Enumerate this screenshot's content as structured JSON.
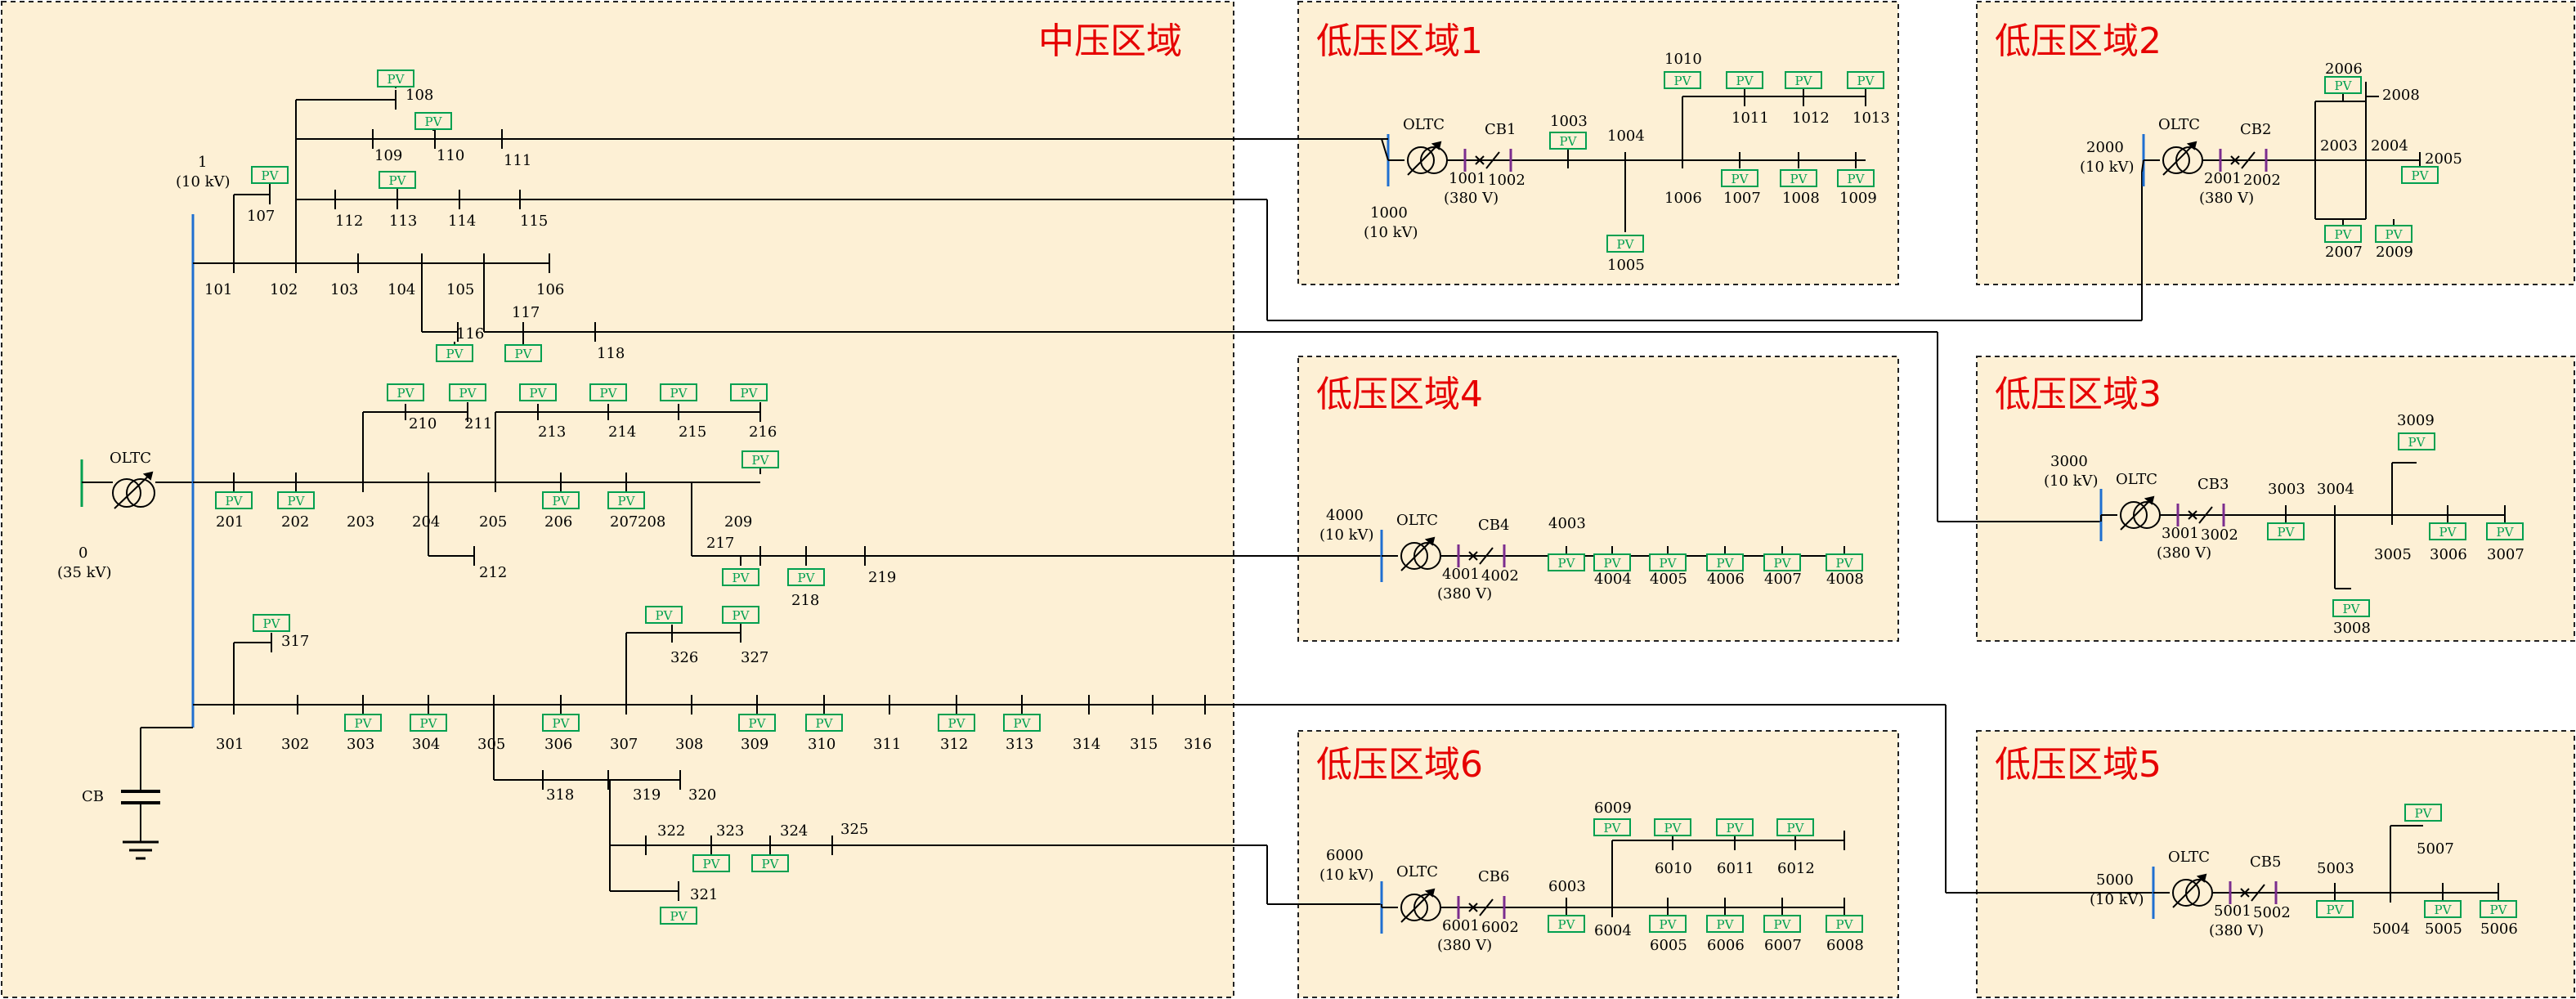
{
  "colors": {
    "region_fill": "#fdf0d5",
    "region_border": "#222222",
    "title": "#e60000",
    "line": "#000000",
    "feeder_bus": "#1f6fd1",
    "device_bus": "#7b2d8e",
    "pv": "#00a050"
  },
  "regions": {
    "mv": "中压区域",
    "lv1": "低压区域1",
    "lv2": "低压区域2",
    "lv3": "低压区域3",
    "lv4": "低压区域4",
    "lv5": "低压区域5",
    "lv6": "低压区域6"
  },
  "pv_label": "PV",
  "labels": {
    "oltc": "OLTC",
    "cb": "CB",
    "src_node": "0",
    "src_kv": "(35 kV)",
    "mv_node": "1",
    "mv_kv": "(10 kV)",
    "f1": [
      "101",
      "102",
      "103",
      "104",
      "105",
      "106",
      "107",
      "108",
      "109",
      "110",
      "111",
      "112",
      "113",
      "114",
      "115",
      "116",
      "117",
      "118"
    ],
    "f2": [
      "201",
      "202",
      "203",
      "204",
      "205",
      "206",
      "207",
      "208",
      "209",
      "210",
      "211",
      "212",
      "213",
      "214",
      "215",
      "216",
      "217",
      "218",
      "219"
    ],
    "f3": [
      "301",
      "302",
      "303",
      "304",
      "305",
      "306",
      "307",
      "308",
      "309",
      "310",
      "311",
      "312",
      "313",
      "314",
      "315",
      "316",
      "317",
      "318",
      "319",
      "320",
      "321",
      "322",
      "323",
      "324",
      "325",
      "326",
      "327"
    ],
    "lv1": {
      "cb": "CB1",
      "src": "1000",
      "src_kv": "(10 kV)",
      "lv_kv": "(380 V)",
      "nodes": [
        "1001",
        "1002",
        "1003",
        "1004",
        "1005",
        "1006",
        "1007",
        "1008",
        "1009",
        "1010",
        "1011",
        "1012",
        "1013"
      ]
    },
    "lv2": {
      "cb": "CB2",
      "src": "2000",
      "src_kv": "(10 kV)",
      "lv_kv": "(380 V)",
      "nodes": [
        "2001",
        "2002",
        "2003",
        "2004",
        "2005",
        "2006",
        "2007",
        "2008",
        "2009"
      ]
    },
    "lv3": {
      "cb": "CB3",
      "src": "3000",
      "src_kv": "(10 kV)",
      "lv_kv": "(380 V)",
      "nodes": [
        "3001",
        "3002",
        "3003",
        "3004",
        "3005",
        "3006",
        "3007",
        "3008",
        "3009"
      ]
    },
    "lv4": {
      "cb": "CB4",
      "src": "4000",
      "src_kv": "(10 kV)",
      "lv_kv": "(380 V)",
      "nodes": [
        "4001",
        "4002",
        "4003",
        "4004",
        "4005",
        "4006",
        "4007",
        "4008"
      ]
    },
    "lv5": {
      "cb": "CB5",
      "src": "5000",
      "src_kv": "(10 kV)",
      "lv_kv": "(380 V)",
      "nodes": [
        "5001",
        "5002",
        "5003",
        "5004",
        "5005",
        "5006",
        "5007"
      ]
    },
    "lv6": {
      "cb": "CB6",
      "src": "6000",
      "src_kv": "(10 kV)",
      "lv_kv": "(380 V)",
      "nodes": [
        "6001",
        "6002",
        "6003",
        "6004",
        "6005",
        "6006",
        "6007",
        "6008",
        "6009",
        "6010",
        "6011",
        "6012"
      ]
    }
  }
}
